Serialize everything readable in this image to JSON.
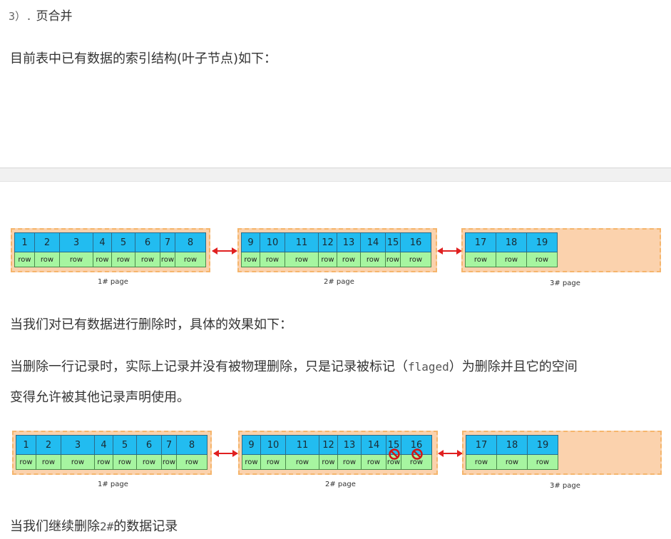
{
  "heading": {
    "number": "3）.",
    "title": "页合并"
  },
  "para_intro": "目前表中已有数据的索引结构(叶子节点)如下：",
  "para_delete": "当我们对已有数据进行删除时，具体的效果如下：",
  "para_flag_prefix": "当删除一行记录时，实际上记录并没有被物理删除，只是记录被标记（",
  "para_flag_code": "flaged",
  "para_flag_suffix": "）为删除并且它的空间",
  "para_flag_line2": "变得允许被其他记录声明使用。",
  "para_continue_prefix": "当我们继续删除",
  "para_continue_code": "2#",
  "para_continue_suffix": "的数据记录",
  "row_label": "row",
  "colors": {
    "key_cell": "#22bcf0",
    "row_cell": "#a6f5a0",
    "page_bg": "#fbd2ad",
    "page_border": "#f5b56c",
    "arrow": "#e02020",
    "flag_icon": "#d01818"
  },
  "diagram1": {
    "pages": [
      {
        "label": "1# page",
        "keys": [
          "1",
          "2",
          "3",
          "4",
          "5",
          "6",
          "7",
          "8"
        ]
      },
      {
        "label": "2# page",
        "keys": [
          "9",
          "10",
          "11",
          "12",
          "13",
          "14",
          "15",
          "16"
        ]
      },
      {
        "label": "3# page",
        "keys": [
          "17",
          "18",
          "19"
        ]
      }
    ]
  },
  "diagram2": {
    "pages": [
      {
        "label": "1# page",
        "keys": [
          "1",
          "2",
          "3",
          "4",
          "5",
          "6",
          "7",
          "8"
        ]
      },
      {
        "label": "2# page",
        "keys": [
          "9",
          "10",
          "11",
          "12",
          "13",
          "14",
          "15",
          "16"
        ],
        "flagged": [
          "15",
          "16"
        ]
      },
      {
        "label": "3# page",
        "keys": [
          "17",
          "18",
          "19"
        ]
      }
    ]
  }
}
